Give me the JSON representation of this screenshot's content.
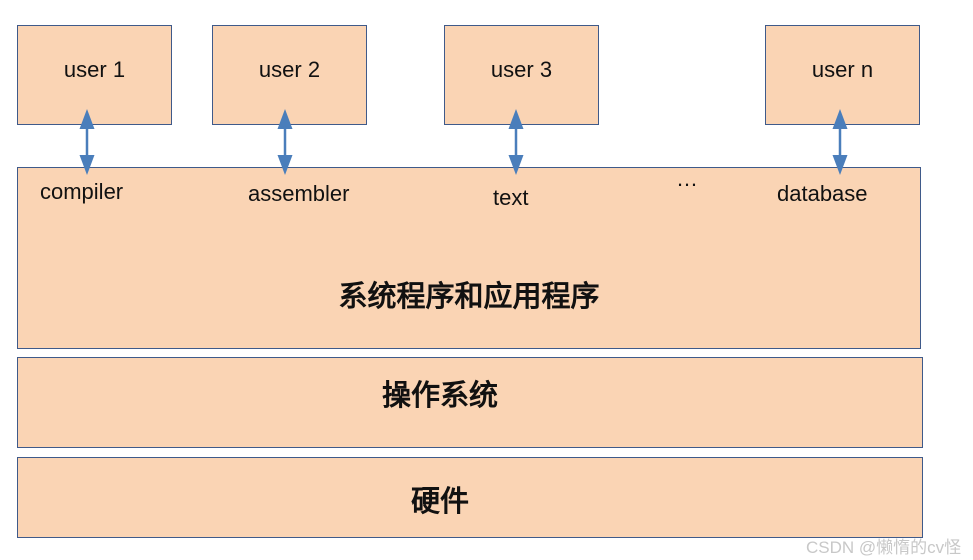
{
  "users": [
    "user 1",
    "user 2",
    "user 3",
    "user n"
  ],
  "programs": [
    "compiler",
    "assembler",
    "text",
    "…",
    "database"
  ],
  "layers": {
    "apps": "系统程序和应用程序",
    "os": "操作系统",
    "hardware": "硬件"
  },
  "watermark": "CSDN @懒惰的cv怪",
  "colors": {
    "fill": "#FAD4B4",
    "border": "#3F5A8A",
    "arrow": "#4A7EBB"
  }
}
